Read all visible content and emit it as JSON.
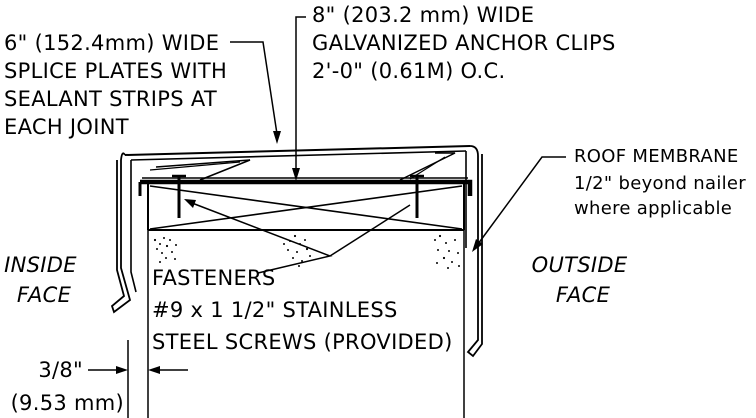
{
  "labels": {
    "splice_plates": [
      "6\" (152.4mm) WIDE",
      "SPLICE PLATES WITH",
      "SEALANT STRIPS AT",
      "EACH JOINT"
    ],
    "anchor_clips": [
      "8\" (203.2 mm) WIDE",
      "GALVANIZED ANCHOR CLIPS",
      "2'-0\" (0.61M) O.C."
    ],
    "roof_membrane": [
      "ROOF MEMBRANE",
      "1/2\" beyond nailer",
      "where applicable"
    ],
    "inside_face": [
      "INSIDE",
      "FACE"
    ],
    "outside_face": [
      "OUTSIDE",
      "FACE"
    ],
    "fasteners": [
      "FASTENERS",
      "#9 x 1 1/2\" STAINLESS",
      "STEEL SCREWS (PROVIDED)"
    ],
    "gap_dimension": [
      "3/8\"",
      "(9.53 mm)"
    ]
  },
  "colors": {
    "ink": "#000000",
    "background": "#ffffff"
  }
}
